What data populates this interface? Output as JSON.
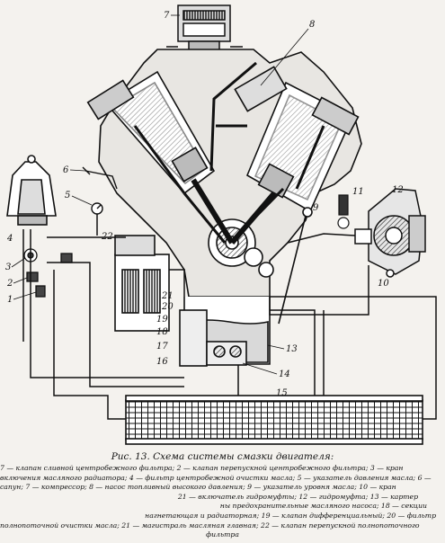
{
  "callouts": [
    "1",
    "2",
    "3",
    "4",
    "5",
    "6",
    "7",
    "8",
    "9",
    "10",
    "11",
    "12",
    "13",
    "14",
    "15",
    "16",
    "17",
    "18",
    "19",
    "20",
    "21",
    "22"
  ],
  "caption": {
    "title": "Рис. 13. Схема системы смазки двигателя:",
    "lines": [
      "7 — клапан сливной центробежного фильтра; 2 — клапан перепускной центробежного фильтра; 3 — кран",
      "включения масляного радиатора; 4 — фильтр центробежной очистки масла; 5 — указатель давления масла; 6 —",
      "сапун; 7 — компрессор; 8 — насос топливный высокого давления; 9 — указатель уровня масла; 10 — кран",
      "21 — включатель гидромуфты; 12 — гидромуфта; 13 — картер",
      "ны предохранительные масляного насоса; 18 — секции",
      "нагнетающая и радиаторная; 19 — клапан дифференциальный; 20 — фильтр",
      "полнопоточной очистки масла; 21 — магистраль масляная главная; 22 — клапан перепускной полнопоточного",
      "фильтра"
    ]
  }
}
